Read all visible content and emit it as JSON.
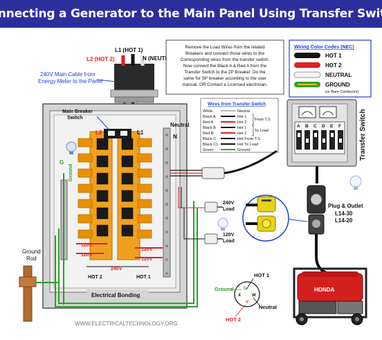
{
  "title": "Connecting a Generator to the Main Panel Using Transfer Switch",
  "main_cable": {
    "l1": "L1 (HOT 1)",
    "l2": "L2 (HOT 2)",
    "n": "N (NEUTRAL)",
    "desc_line1": "240V Main Cable from",
    "desc_line2": "Energy Meter to the Panel"
  },
  "instructions": [
    "Remove the Load Wires from the related",
    "Breakers and connect those wires to the",
    "Corresponding wires from the transfer switch.",
    "Now connect the Black A & Red A from the",
    "Transfer Switch to the 2P Breaker. Do the",
    "same for SP breaker according to the user",
    "manual. OR Contact a Licensed electrician."
  ],
  "color_codes": {
    "title": "Wiring Color Codes (NEC)",
    "items": [
      {
        "label": "HOT 1",
        "color": "#111111"
      },
      {
        "label": "HOT 2",
        "color": "#e02020"
      },
      {
        "label": "NEUTRAL",
        "color": "#f4f4f4"
      },
      {
        "label": "GROUND",
        "color": "#2e9e2e"
      }
    ],
    "ground_note": "(or Bare Conductor)"
  },
  "transfer_wires": {
    "title": "Wires from Transfer Switch",
    "rows": [
      {
        "left": "White",
        "right": "Neutral",
        "color": "#ffffff"
      },
      {
        "left": "Black A",
        "right": "Hot 1",
        "color": "#111111"
      },
      {
        "left": "Red A",
        "right": "Hot 2",
        "color": "#e02020"
      },
      {
        "left": "Black B",
        "right": "Hot 1",
        "color": "#111111"
      },
      {
        "left": "Red B",
        "right": "Hot 2",
        "color": "#e02020"
      },
      {
        "left": "Black C",
        "right": "Hot From T.S",
        "color": "#111111"
      },
      {
        "left": "Black C1",
        "right": "Hot To Load",
        "color": "#111111"
      },
      {
        "left": "Green",
        "right": "Ground",
        "color": "#2e9e2e"
      }
    ],
    "from_ts": "From T.S",
    "to_load": "To Load"
  },
  "panel": {
    "main_breaker": "Main Breaker",
    "switch": "Switch",
    "l2": "L2",
    "l1": "L1",
    "neutral": "Neutral",
    "n": "N",
    "g": "G",
    "ground": "Ground",
    "v120a": "120V",
    "v120b": "120V",
    "v120c": "120V",
    "v120d": "120V",
    "v240": "240V",
    "hot2": "HOT 2",
    "hot1": "HOT 1",
    "bonding": "Electrical Bonding"
  },
  "ground_rod": {
    "line1": "Ground",
    "line2": "Rod"
  },
  "loads": {
    "v240": "240V",
    "v120": "120V",
    "load": "Load"
  },
  "transfer_switch": {
    "label": "Transfer Switch",
    "letters": [
      "A",
      "B",
      "C",
      "D",
      "E",
      "F"
    ]
  },
  "plug": {
    "label": "Plug & Outlet",
    "l1430": "L14-30",
    "l1420": "L14-20"
  },
  "outlet_diagram": {
    "hot1": "HOT 1",
    "hot2": "HOT 2",
    "ground": "Ground",
    "neutral": "Neutral",
    "g": "G",
    "x": "X",
    "y": "Y",
    "w": "W"
  },
  "generator_brand": "HONDA",
  "website": "WWW.ELECTRICALTECHNOLOGY.ORG"
}
